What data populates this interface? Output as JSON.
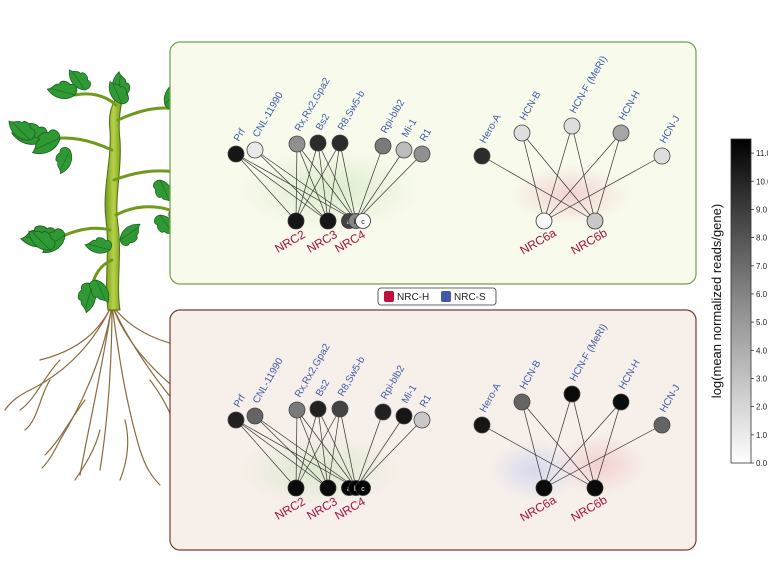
{
  "legend": {
    "items": [
      {
        "label": "NRC-H",
        "color": "#c0103c"
      },
      {
        "label": "NRC-S",
        "color": "#3e5aa8"
      }
    ]
  },
  "colorbar": {
    "title": "log(mean normalized reads/gene)",
    "min": 0,
    "max": 11.5,
    "ticks": [
      "0.0",
      "1.0",
      "2.0",
      "3.0",
      "4.0",
      "5.0",
      "6.0",
      "7.0",
      "8.0",
      "9.0",
      "10.0",
      "11.0"
    ]
  },
  "subunit_labels": [
    "a",
    "b",
    "c"
  ],
  "panels": [
    {
      "id": "leaf",
      "background": "#f8faec",
      "border": "#6ea046",
      "sensors": [
        {
          "id": "prf",
          "label": "Prf",
          "value": 10.5
        },
        {
          "id": "cnl",
          "label": "CNL-11990",
          "value": 1.0
        },
        {
          "id": "rx",
          "label": "Rx,Rx2,Gpa2",
          "value": 5.0
        },
        {
          "id": "bs2",
          "label": "Bs2",
          "value": 9.5
        },
        {
          "id": "r8",
          "label": "R8,Sw5-b",
          "value": 9.5
        },
        {
          "id": "rpi",
          "label": "Rpi-blb2",
          "value": 6.0
        },
        {
          "id": "mi1",
          "label": "Mi-1",
          "value": 3.0
        },
        {
          "id": "r1",
          "label": "R1",
          "value": 5.0
        },
        {
          "id": "hero",
          "label": "Hero-A",
          "value": 9.5
        },
        {
          "id": "hcnb",
          "label": "HCN-B",
          "value": 1.5
        },
        {
          "id": "hcnf",
          "label": "HCN-F (MeRI)",
          "value": 1.5
        },
        {
          "id": "hcnh",
          "label": "HCN-H",
          "value": 4.0
        },
        {
          "id": "hcnj",
          "label": "HCN-J",
          "value": 1.5
        }
      ],
      "helpers": [
        {
          "id": "nrc2",
          "label": "NRC2",
          "value": 10.5
        },
        {
          "id": "nrc3",
          "label": "NRC3",
          "value": 10.5
        },
        {
          "id": "nrc4",
          "label": "NRC4",
          "values": [
            8.5,
            5.5,
            0.3
          ]
        },
        {
          "id": "nrc6a",
          "label": "NRC6a",
          "value": 0.3
        },
        {
          "id": "nrc6b",
          "label": "NRC6b",
          "value": 2.5
        }
      ]
    },
    {
      "id": "root",
      "background": "#f7efea",
      "border": "#7a3a2e",
      "sensors": [
        {
          "id": "prf",
          "label": "Prf",
          "value": 10.0
        },
        {
          "id": "cnl",
          "label": "CNL-11990",
          "value": 7.0
        },
        {
          "id": "rx",
          "label": "Rx,Rx2,Gpa2",
          "value": 6.0
        },
        {
          "id": "bs2",
          "label": "Bs2",
          "value": 10.0
        },
        {
          "id": "r8",
          "label": "R8,Sw5-b",
          "value": 8.5
        },
        {
          "id": "rpi",
          "label": "Rpi-blb2",
          "value": 10.0
        },
        {
          "id": "mi1",
          "label": "Mi-1",
          "value": 10.5
        },
        {
          "id": "r1",
          "label": "R1",
          "value": 2.5
        },
        {
          "id": "hero",
          "label": "Hero-A",
          "value": 10.5
        },
        {
          "id": "hcnb",
          "label": "HCN-B",
          "value": 7.0
        },
        {
          "id": "hcnf",
          "label": "HCN-F (MeRI)",
          "value": 11.0
        },
        {
          "id": "hcnh",
          "label": "HCN-H",
          "value": 11.0
        },
        {
          "id": "hcnj",
          "label": "HCN-J",
          "value": 7.0
        }
      ],
      "helpers": [
        {
          "id": "nrc2",
          "label": "NRC2",
          "value": 11.0
        },
        {
          "id": "nrc3",
          "label": "NRC3",
          "value": 11.0
        },
        {
          "id": "nrc4",
          "label": "NRC4",
          "values": [
            11.5,
            11.5,
            11.5
          ]
        },
        {
          "id": "nrc6a",
          "label": "NRC6a",
          "value": 11.0
        },
        {
          "id": "nrc6b",
          "label": "NRC6b",
          "value": 11.0
        }
      ]
    }
  ],
  "edges": [
    [
      "prf",
      "nrc2"
    ],
    [
      "prf",
      "nrc3"
    ],
    [
      "prf",
      "nrc4"
    ],
    [
      "cnl",
      "nrc3"
    ],
    [
      "cnl",
      "nrc4"
    ],
    [
      "rx",
      "nrc2"
    ],
    [
      "rx",
      "nrc3"
    ],
    [
      "rx",
      "nrc4"
    ],
    [
      "bs2",
      "nrc2"
    ],
    [
      "bs2",
      "nrc3"
    ],
    [
      "bs2",
      "nrc4"
    ],
    [
      "r8",
      "nrc2"
    ],
    [
      "r8",
      "nrc3"
    ],
    [
      "r8",
      "nrc4"
    ],
    [
      "rpi",
      "nrc4"
    ],
    [
      "mi1",
      "nrc4"
    ],
    [
      "r1",
      "nrc4"
    ],
    [
      "hero",
      "nrc6b"
    ],
    [
      "hcnb",
      "nrc6a"
    ],
    [
      "hcnb",
      "nrc6b"
    ],
    [
      "hcnf",
      "nrc6a"
    ],
    [
      "hcnf",
      "nrc6b"
    ],
    [
      "hcnh",
      "nrc6a"
    ],
    [
      "hcnh",
      "nrc6b"
    ],
    [
      "hcnj",
      "nrc6a"
    ]
  ]
}
